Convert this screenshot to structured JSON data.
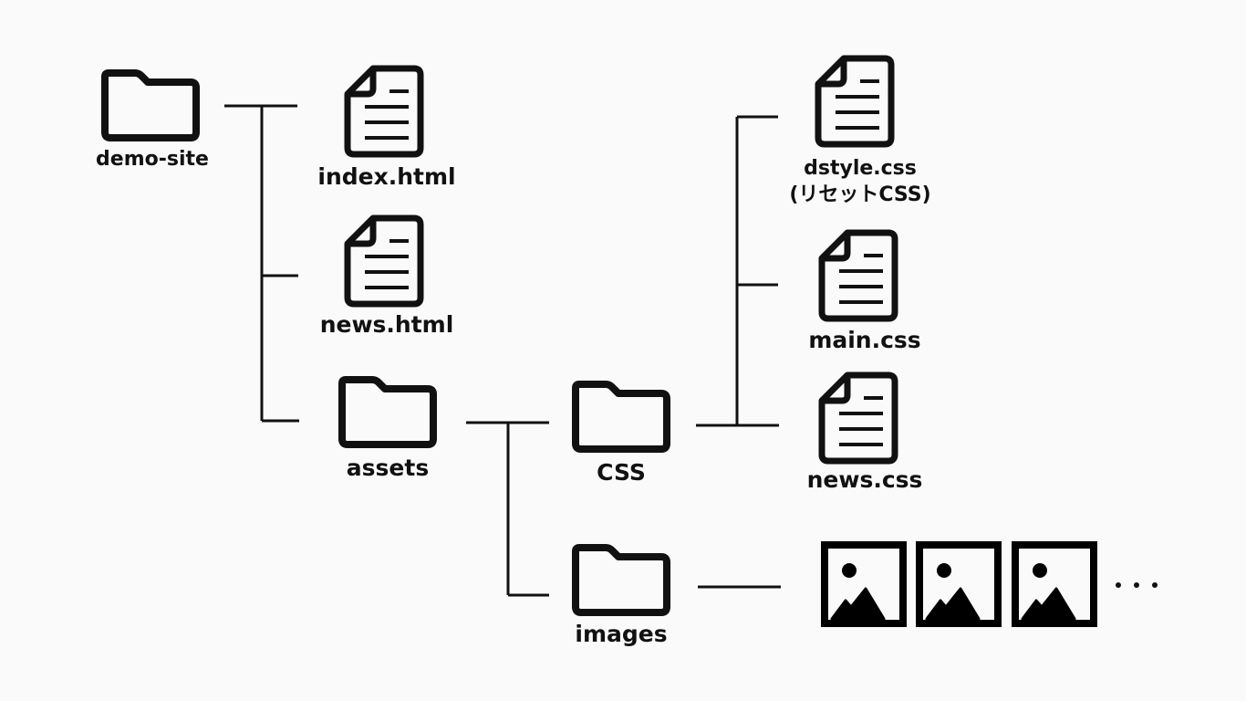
{
  "diagram": {
    "title": "",
    "nodes": {
      "root": {
        "label": "demo-site",
        "icon": "folder-icon"
      },
      "index": {
        "label": "index.html",
        "icon": "file-icon"
      },
      "news_html": {
        "label": "news.html",
        "icon": "file-icon"
      },
      "assets": {
        "label": "assets",
        "icon": "folder-icon"
      },
      "css": {
        "label": "CSS",
        "icon": "folder-icon"
      },
      "images": {
        "label": "images",
        "icon": "folder-icon"
      },
      "dstyle": {
        "label": "dstyle.css",
        "sublabel": "(リセットCSS)",
        "icon": "file-icon"
      },
      "main": {
        "label": "main.css",
        "icon": "file-icon"
      },
      "news_css": {
        "label": "news.css",
        "icon": "file-icon"
      },
      "image_files": {
        "icon": "image-icon",
        "count_shown": 3,
        "ellipsis": "・・・"
      }
    },
    "edges": [
      [
        "root",
        "index"
      ],
      [
        "root",
        "news_html"
      ],
      [
        "root",
        "assets"
      ],
      [
        "assets",
        "css"
      ],
      [
        "assets",
        "images"
      ],
      [
        "css",
        "dstyle"
      ],
      [
        "css",
        "main"
      ],
      [
        "css",
        "news_css"
      ],
      [
        "images",
        "image_files"
      ]
    ]
  }
}
